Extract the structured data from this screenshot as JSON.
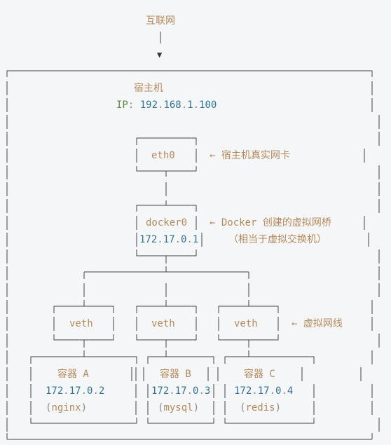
{
  "internet": {
    "label": "互联网"
  },
  "host": {
    "title": "宿主机",
    "ip_label": "IP",
    "ip_octets": [
      "192",
      "168",
      "1",
      "100"
    ]
  },
  "eth0": {
    "label": "eth0",
    "note": "← 宿主机真实网卡"
  },
  "docker0": {
    "label": "docker0",
    "ip_octets": [
      "172",
      "17",
      "0",
      "1"
    ],
    "note": "← Docker 创建的虚拟网桥",
    "note2": "（相当于虚拟交换机）"
  },
  "veth": {
    "labels": [
      "veth",
      "veth",
      "veth"
    ],
    "note": "← 虚拟网线"
  },
  "containers": [
    {
      "name": "容器 A",
      "ip_octets": [
        "172",
        "17",
        "0",
        "2"
      ],
      "app": "nginx"
    },
    {
      "name": "容器 B",
      "ip_octets": [
        "172",
        "17",
        "0",
        "3"
      ],
      "app": "mysql"
    },
    {
      "name": "容器 C",
      "ip_octets": [
        "172",
        "17",
        "0",
        "4"
      ],
      "app": "redis"
    }
  ],
  "colors": {
    "text": "#b58a5a",
    "ip": "#2f7593",
    "ip_label": "#5d8a3a",
    "line": "#444444",
    "background": "#f5f6f8"
  }
}
